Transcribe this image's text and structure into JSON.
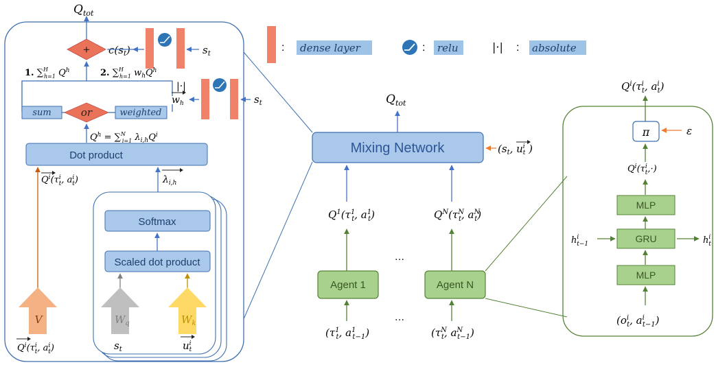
{
  "legend": {
    "dense_label": "dense layer",
    "relu_label": "relu",
    "abs_symbol": "|·|",
    "abs_label": "absolute",
    "colon": ":"
  },
  "mixer": {
    "q_tot_top": "Q",
    "q_tot_sub": "tot",
    "plus": "+",
    "c_st": "c(s",
    "c_st_sub": "t",
    "c_st_close": ")",
    "s_t": "s",
    "s_t_sub": "t",
    "option1": "1. ∑ Q",
    "option1_sup_h": "h",
    "option1_bounds_top": "H",
    "option1_bounds_bot": "h=1",
    "option2": "2. ∑ w Q",
    "option2_sup_h": "h",
    "abs_inline": "|·|",
    "w_h": "w",
    "w_h_sub": "h",
    "sum_label": "sum",
    "or_label": "or",
    "weighted_label": "weighted",
    "qh_eq": "Q",
    "qh_eq_rest": " = ∑",
    "qh_eq_tail": " λ",
    "qh_eq_sub": "i,h",
    "qh_eq_q": "Q",
    "qh_eq_qsup": "i",
    "dot_product": "Dot product",
    "qi_tau": "Q",
    "lambda": "λ",
    "lambda_sub": "i,h",
    "softmax": "Softmax",
    "scaled_dot": "Scaled dot product",
    "V": "V",
    "Wq": "W",
    "Wq_sub": "q",
    "Wk": "W",
    "Wk_sub": "k",
    "st_bottom": "s",
    "ut_bottom": "u"
  },
  "center": {
    "q_tot": "Q",
    "q_tot_sub": "tot",
    "mixing_network": "Mixing Network",
    "st_ut": "(s",
    "q1": "Q",
    "qn": "Q",
    "ellipsis_top": "…",
    "ellipsis_bottom": "…",
    "agent1": "Agent 1",
    "agentN": "Agent N"
  },
  "agent_detail": {
    "q_top": "Q",
    "pi": "π",
    "epsilon": "ε",
    "q_mid": "Q",
    "mlp_top": "MLP",
    "gru": "GRU",
    "mlp_bottom": "MLP",
    "h_prev": "h",
    "h_next": "h"
  },
  "colors": {
    "blue_fill": "#a9c8ea",
    "blue_stroke": "#3e6fb0",
    "green_fill": "#a9d18e",
    "green_stroke": "#548235",
    "dense_red": "#f0826a",
    "diamond_red": "#ea7258",
    "legend_highlight": "#9dc3e6",
    "orange_arrow": "#f4b183",
    "gray_arrow": "#bfbfbf",
    "yellow_arrow": "#ffd966",
    "relu_blue": "#2e75b6",
    "arrow_blue": "#4472c4",
    "arrow_green": "#548235",
    "arrow_orange": "#ed7d31"
  }
}
